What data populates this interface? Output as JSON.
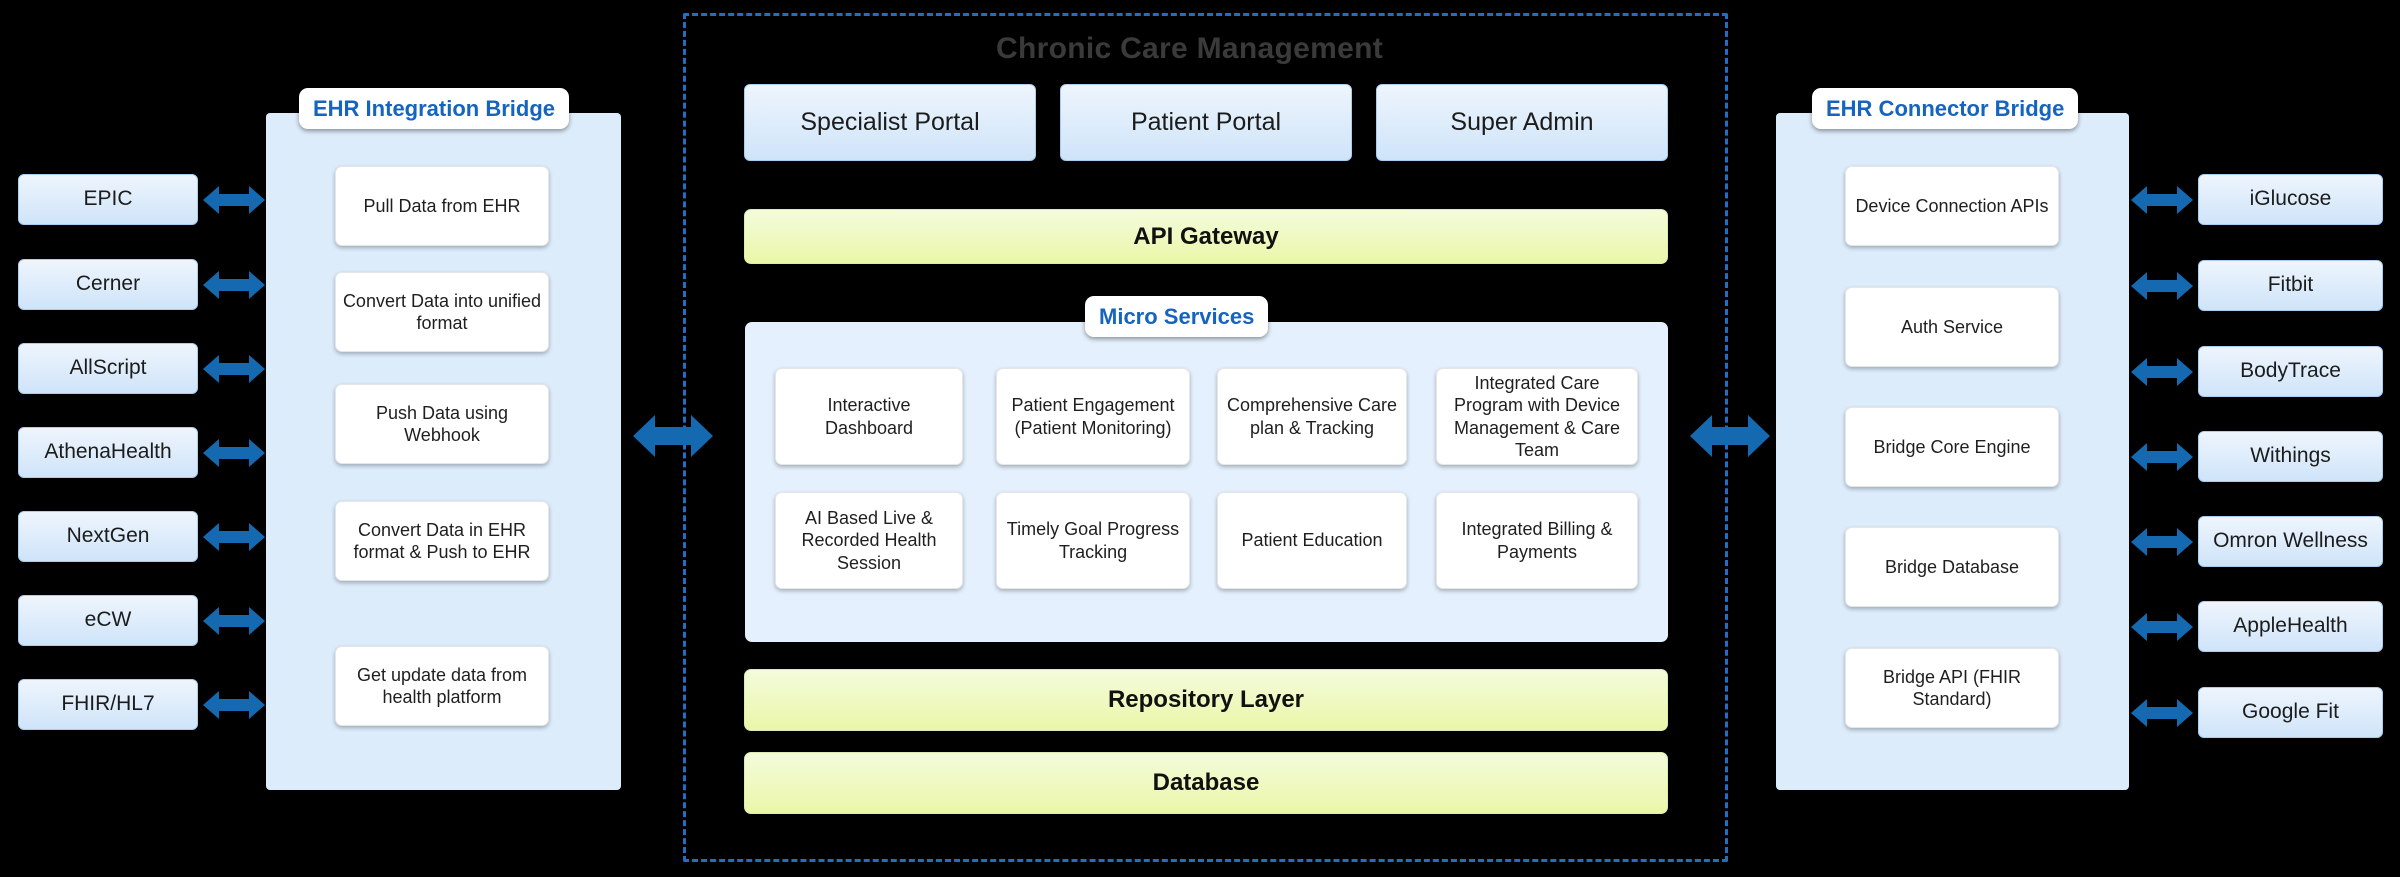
{
  "diagram": {
    "title": "Chronic Care Management",
    "accent_blue": "#1565c0",
    "arrow_blue": "#1569b0",
    "dashed_border": "#1f6fc4",
    "chip_fill": "#cfe4f9",
    "layer_fill": "#eaf7a8",
    "panel_fill": "#dcecfb"
  },
  "left": {
    "bridge_title": "EHR Integration Bridge",
    "sources": [
      {
        "label": "EPIC"
      },
      {
        "label": "Cerner"
      },
      {
        "label": "AllScript"
      },
      {
        "label": "AthenaHealth"
      },
      {
        "label": "NextGen"
      },
      {
        "label": "eCW"
      },
      {
        "label": "FHIR/HL7"
      }
    ],
    "steps": [
      {
        "label": "Pull Data from EHR"
      },
      {
        "label": "Convert Data into unified format"
      },
      {
        "label": "Push Data using Webhook"
      },
      {
        "label": "Convert Data in EHR format & Push to EHR"
      },
      {
        "label": "Get update data from health platform"
      }
    ]
  },
  "center": {
    "portals": [
      {
        "label": "Specialist Portal"
      },
      {
        "label": "Patient Portal"
      },
      {
        "label": "Super Admin"
      }
    ],
    "api_gateway": "API Gateway",
    "microservices_title": "Micro Services",
    "microservices": [
      {
        "label": "Interactive Dashboard"
      },
      {
        "label": "Patient Engagement (Patient Monitoring)"
      },
      {
        "label": "Comprehensive Care plan & Tracking"
      },
      {
        "label": "Integrated Care Program with Device Management & Care Team"
      },
      {
        "label": "AI Based Live & Recorded Health Session"
      },
      {
        "label": "Timely Goal Progress Tracking"
      },
      {
        "label": "Patient Education"
      },
      {
        "label": "Integrated Billing & Payments"
      }
    ],
    "repository_layer": "Repository Layer",
    "database": "Database"
  },
  "right": {
    "bridge_title": "EHR Connector Bridge",
    "components": [
      {
        "label": "Device Connection APIs"
      },
      {
        "label": "Auth Service"
      },
      {
        "label": "Bridge Core Engine"
      },
      {
        "label": "Bridge Database"
      },
      {
        "label": "Bridge API (FHIR Standard)"
      }
    ],
    "devices": [
      {
        "label": "iGlucose"
      },
      {
        "label": "Fitbit"
      },
      {
        "label": "BodyTrace"
      },
      {
        "label": "Withings"
      },
      {
        "label": "Omron Wellness"
      },
      {
        "label": "AppleHealth"
      },
      {
        "label": "Google Fit"
      }
    ]
  },
  "connectors": {
    "left_to_bridge_icon": "double-arrow-icon",
    "bridge_to_core_icon": "double-arrow-icon",
    "core_to_bridge_icon": "double-arrow-icon",
    "bridge_to_device_icon": "double-arrow-icon"
  }
}
